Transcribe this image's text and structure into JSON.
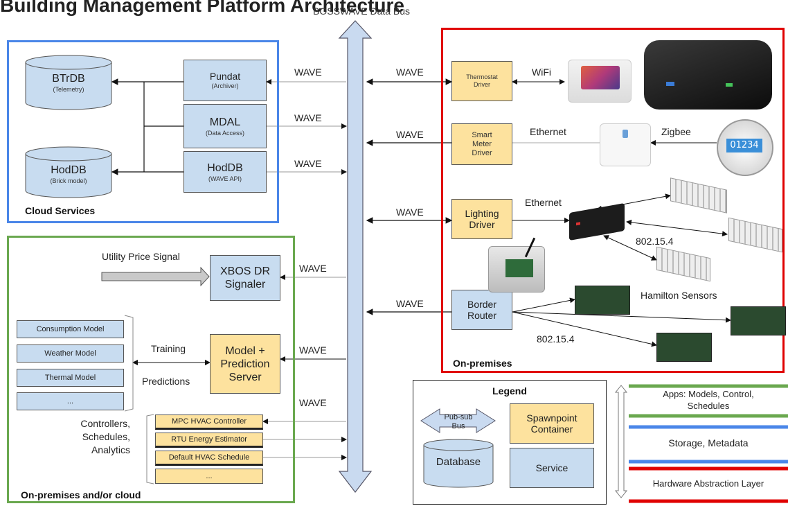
{
  "title": "Building Management Platform Architecture",
  "bus": {
    "label": "BOSSWAVE Data Bus"
  },
  "wave_label": "WAVE",
  "cloud": {
    "group_label": "Cloud Services",
    "btrdb": {
      "name": "BTrDB",
      "sub": "(Telemetry)"
    },
    "hoddb_db": {
      "name": "HodDB",
      "sub": "(Brick model)"
    },
    "pundat": {
      "name": "Pundat",
      "sub": "(Archiver)"
    },
    "mdal": {
      "name": "MDAL",
      "sub": "(Data Access)"
    },
    "hoddb_api": {
      "name": "HodDB",
      "sub": "(WAVE API)"
    }
  },
  "onprem": {
    "group_label": "On-premises",
    "thermostat_driver": {
      "line1": "Thermostat",
      "line2": "Driver"
    },
    "smart_meter_driver": {
      "line1": "Smart",
      "line2": "Meter",
      "line3": "Driver"
    },
    "lighting_driver": {
      "line1": "Lighting",
      "line2": "Driver"
    },
    "border_router": {
      "line1": "Border",
      "line2": "Router"
    },
    "wifi": "WiFi",
    "ethernet1": "Ethernet",
    "zigbee": "Zigbee",
    "ethernet2": "Ethernet",
    "net_802_1": "802.15.4",
    "hamilton": "Hamilton Sensors",
    "net_802_2": "802.15.4",
    "meter_display": "01234"
  },
  "hybrid": {
    "group_label": "On-premises and/or cloud",
    "utility_signal": "Utility Price Signal",
    "xbos": {
      "line1": "XBOS DR",
      "line2": "Signaler"
    },
    "model_server": {
      "line1": "Model +",
      "line2": "Prediction",
      "line3": "Server"
    },
    "training": "Training",
    "predictions": "Predictions",
    "models": [
      "Consumption Model",
      "Weather Model",
      "Thermal Model",
      "..."
    ],
    "controllers_label": [
      "Controllers,",
      "Schedules,",
      "Analytics"
    ],
    "controllers": [
      "MPC HVAC Controller",
      "RTU Energy Estimator",
      "Default HVAC Schedule",
      "..."
    ]
  },
  "legend": {
    "title": "Legend",
    "pubsub": [
      "Pub-sub",
      "Bus"
    ],
    "spawnpoint": [
      "Spawnpoint",
      "Container"
    ],
    "database": "Database",
    "service": "Service"
  },
  "layers": {
    "apps": [
      "Apps: Models, Control,",
      "Schedules"
    ],
    "storage": "Storage, Metadata",
    "hal": "Hardware Abstraction Layer"
  },
  "colors": {
    "cloud_border": "#4a86e8",
    "onprem_border": "#e00000",
    "hybrid_border": "#6aa84f",
    "service_fill": "#c8dcf0",
    "driver_fill": "#fde29e",
    "bus_fill": "#c9daf0"
  }
}
